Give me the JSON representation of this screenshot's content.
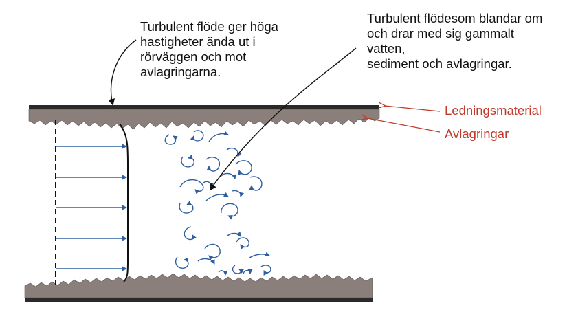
{
  "annotations": {
    "left_note": {
      "lines": [
        "Turbulent flöde ger höga",
        "hastigheter ända ut i",
        "rörväggen och mot",
        "avlagringarna."
      ]
    },
    "right_note": {
      "lines": [
        "Turbulent flödesom blandar om",
        "och drar med sig gammalt",
        "vatten,",
        "sediment och avlagringar."
      ]
    }
  },
  "labels": {
    "pipe_material": "Ledningsmaterial",
    "deposits": "Avlagringar"
  },
  "colors": {
    "pipe_wall": "#2a2a2a",
    "deposit": "#8a7f7b",
    "flow_arrow": "#2f5f9e",
    "label_red": "#c0392b",
    "text": "#111111"
  },
  "flow_profile": {
    "arrow_count": 5,
    "profile": "turbulent-flat"
  }
}
